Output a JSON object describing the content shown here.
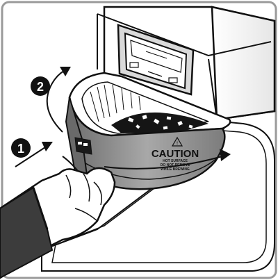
{
  "illustration": {
    "subject": "brew basket removal",
    "steps": [
      {
        "number": "1",
        "marker": "numbered-circle-1"
      },
      {
        "number": "2",
        "marker": "numbered-circle-2"
      }
    ],
    "basket_label": {
      "heading": "CAUTION",
      "fine_print": [
        "HOT SURFACE",
        "DO NOT REMOVE",
        "WHILE BREWING"
      ]
    },
    "colors": {
      "line": "#111111",
      "machine": "#ffffff",
      "basket_shade": "#8a8a8a",
      "sleeve": "#3c3c3c",
      "frame": "#9a9a9a"
    }
  }
}
